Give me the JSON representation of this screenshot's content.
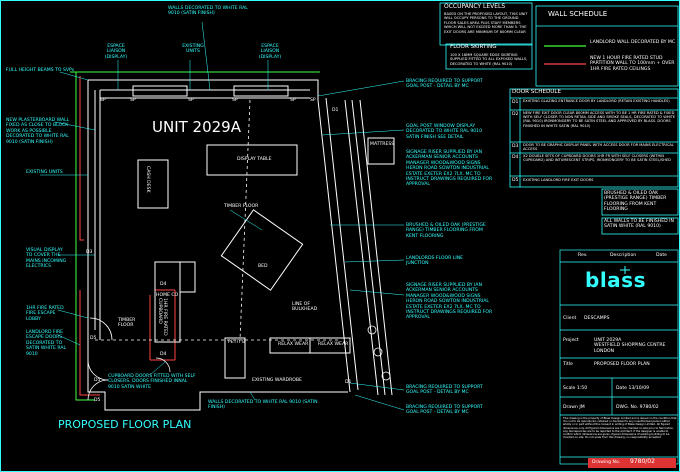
{
  "title": "UNIT 2029A",
  "plan_title": "PROPOSED FLOOR PLAN",
  "occupancy": {
    "heading": "OCCUPANCY LEVELS",
    "text": "BASED ON THE PROPOSED LAYOUT, THIS UNIT WILL OCCUPY PERSONS TO THE GROUND FLOOR SALES AREA PLUS STAFF MEMBERS WHICH WILL NOT EXCEED MORE THAN 5. THE EXIT DOORS ARE MINIMUM OF 800MM CLEAR"
  },
  "floor_skirting": {
    "heading": "FLOOR SKIRTING",
    "text": "100 X 18MM SQUARE EDGE SKIRTING SUPPLIED FITTED TO ALL EXPOSED WALLS, DECORATED TO WHITE (RAL 9010)"
  },
  "wall_schedule": {
    "heading": "WALL SCHEDULE",
    "items": [
      {
        "text": "LANDLORD WALL DECORATED BY MC",
        "color": "#4f4"
      },
      {
        "text": "NEW 1 HOUR FIRE RATED STUD PARTITION WALL TO 100mm + OVER 1HR FIRE RATED CEILINGS",
        "color": "#f44"
      }
    ]
  },
  "door_schedule": {
    "heading": "DOOR SCHEDULE",
    "rows": [
      {
        "code": "D1",
        "text": "EXISTING GLAZING ENTRANCE DOOR BY LANDLORD (RETAIN EXISTING HANDLES)"
      },
      {
        "code": "D2",
        "text": "NEW FIRE EXIT DOOR CLEAR 800MM ACCESS WITH TO BE 1 HR FIRE RATED & FIXED WITH SELF CLOSER TO NON RETAIL SIDE AND SMOKE SEALS, DECORATED TO WHITE (RAL 9010) IRONMONGERY TO BE SATIN STEEL AND APPROVED BY BLASS. DOORS FINISHED IN WHITE SATIN (RAL 9010)"
      },
      {
        "code": "D3",
        "text": "DOOR TO BE GRAPHIC DISPLAY PANEL WITH ACCESS DOOR FOR MAINS ELECTRICAL ACCESS"
      },
      {
        "code": "D4",
        "text": "X2 DOUBLE SETS OF CUPBOARD DOORS 1HR FR WITH SELF CLOSERS (WITHIN CUPBOARD) AND INTUMESCENT STRIPS, IRONMONGERY TO BE SATIN STEEL/SHED"
      },
      {
        "code": "D5",
        "text": "EXISTING LANDLORD FIRE EXIT DOORS"
      }
    ]
  },
  "notes_right": [
    "BRUSHED & OILED OAK (PRESTIGE RANGE) TIMBER FLOORING FROM KENT FLOORING",
    "ALL WALLS TO BE FINISHED IN SATIN WHITE (RAL 9010)"
  ],
  "labels_left": [
    "FULL HEIGHT BEAMS TO SVPs",
    "NEW PLASTERBOARD WALL FIXED AS CLOSE TO BLOCK WORK AS POSSIBLE DECORATED TO WHITE RAL 9010 (SATIN FINISH)",
    "EXISTING UNITS",
    "VISUAL DISPLAY TO COVER THE MAINS INCOMING ELECTRICS",
    "1HR FIRE RATED FIRE ESCAPE LOBBY",
    "LANDLORD FIRE ESCAPE DOORS DECORATED TO SATIN WHITE RAL 9010"
  ],
  "labels_top": [
    "WALLS DECORATED TO WHITE RAL 9010 (SATIN FINISH)",
    "ESPACE LIAISON (DISPLAY)",
    "EXISTING UNITS",
    "ESPACE LIAISON (DISPLAY)"
  ],
  "labels_mid_right": [
    "BRACING REQUIRED TO SUPPORT GOAL POST - DETAIL BY MC",
    "GOAL POST WINDOW DISPLAY DECORATED TO WHITE RAL 9010 SATIN FINISH SEE DETAIL",
    "SIGNAGE RISER SUPPLIED BY IAN ACKERMAN SENIOR ACCOUNTS MANAGER WOOD&WOOD SIGNS HERON ROAD SOWTON INDUSTRIAL ESTATE EXETER EX2 7LX. MC TO INSTRUCT DRAWINGS REQUIRED FOR APPROVAL",
    "BRUSHED & OILED OAK (PRESTIGE RANGE) TIMBER FLOORING FROM KENT FLOORING",
    "LANDLORDS FLOOR LINE JUNCTION",
    "SIGNAGE RISER SUPPLIED BY IAN ACKERMAN SENIOR ACCOUNTS MANAGER WOOD&WOOD SIGNS HERON ROAD SOWTON INDUSTRIAL ESTATE EXETER EX2 7LX. MC TO INSTRUCT DRAWINGS REQUIRED FOR APPROVAL",
    "BRACING REQUIRED TO SUPPORT GOAL POST - DETAIL BY MC",
    "BRACING REQUIRED TO SUPPORT GOAL POST - DETAIL BY MC"
  ],
  "labels_inner": {
    "display_table": "DISPLAY TABLE",
    "cash_desk": "CASH DESK",
    "timber_floor": "TIMBER FLOOR",
    "bed": "BED",
    "mattress": "MATTRESS",
    "line_of_bulkhead": "LINE OF BULKHEAD",
    "timber_floor_2": "TIMBER FLOOR",
    "cupboard": "1HR FIRE RATED CUPBOARD",
    "home_co": "HOME CO",
    "petit_b": "PETIT B",
    "relax_wear_1": "RELAX WEAR",
    "relax_wear_2": "RELAX WEAR",
    "existing_wardrobe": "EXISTING WARDROBE"
  },
  "labels_bottom": [
    "CUPBOARD DOORS FITTED WITH SELF CLOSERS. DOORS FINISHED INNAL 9010 SATIN WHITE",
    "WALLS DECORATED TO WHITE RAL 9010 (SATIN FINISH)"
  ],
  "title_block": {
    "rev": "Rev.",
    "description": "Description",
    "date": "Date",
    "brand": "blass",
    "client_label": "Client",
    "client": "DESCAMPS",
    "project_label": "Project",
    "project": "UNIT 2029A\nWESTFIELD SHOPPING CENTRE\nLONDON",
    "title_label": "Title",
    "title": "PROPOSED FLOOR PLAN",
    "scale": "Scale 1:50",
    "date_value": "Date 13/10/09",
    "drawn": "Drawn JM",
    "dwg": "DWG. No. 9780/02",
    "disclaimer": "This drawing is the property of Blass Design Limited and is issued on the condition that it is not to be reproduced, retained or disclosed to any unauthorised person either wholly or in part without the consent in writing of Blass Design Limited. All figured dimensions only. All figured dimensions are to be checked on site prior to fabrication. Any discrepancies are to be reported to the architect. If the designer is unable to confirm which dimensions are given, figured dimensions of existing building to be checked on site. Do not scale from this drawing, no responsibility accepted.",
    "drawing_no_label": "Drawing No.",
    "drawing_no": "9780/02"
  },
  "markers": [
    "D1",
    "D1",
    "D3",
    "D5",
    "D4",
    "D4",
    "D5",
    "D5",
    "SP",
    "SP",
    "SP",
    "SP",
    "SP",
    "SP"
  ]
}
